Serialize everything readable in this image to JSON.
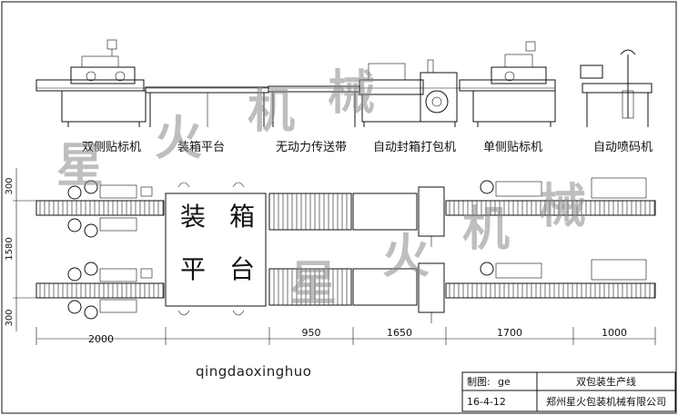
{
  "machines": [
    "双侧贴标机",
    "装箱平台",
    "无动力传送带",
    "自动封箱打包机",
    "单侧贴标机",
    "自动喷码机"
  ],
  "platform_text": {
    "zhuang": "装",
    "xiang": "箱",
    "ping": "平",
    "tai": "台"
  },
  "dimensions": {
    "h_top": "300",
    "h_mid": "1580",
    "h_bottom": "300",
    "w_platform": "2000",
    "w_conveyor": "950",
    "w_sealer": "1650",
    "w_labeler": "1700",
    "w_coder": "1000"
  },
  "watermark": {
    "top": [
      "星",
      "火",
      "机",
      "械"
    ],
    "bottom": [
      "星",
      "火",
      "机",
      "械"
    ]
  },
  "signature": "qingdaoxinghuo",
  "title_block": {
    "drawn_by_label": "制图:",
    "drawn_by": "ge",
    "date": "16-4-12",
    "title": "双包装生产线",
    "company": "郑州星火包装机械有限公司"
  }
}
